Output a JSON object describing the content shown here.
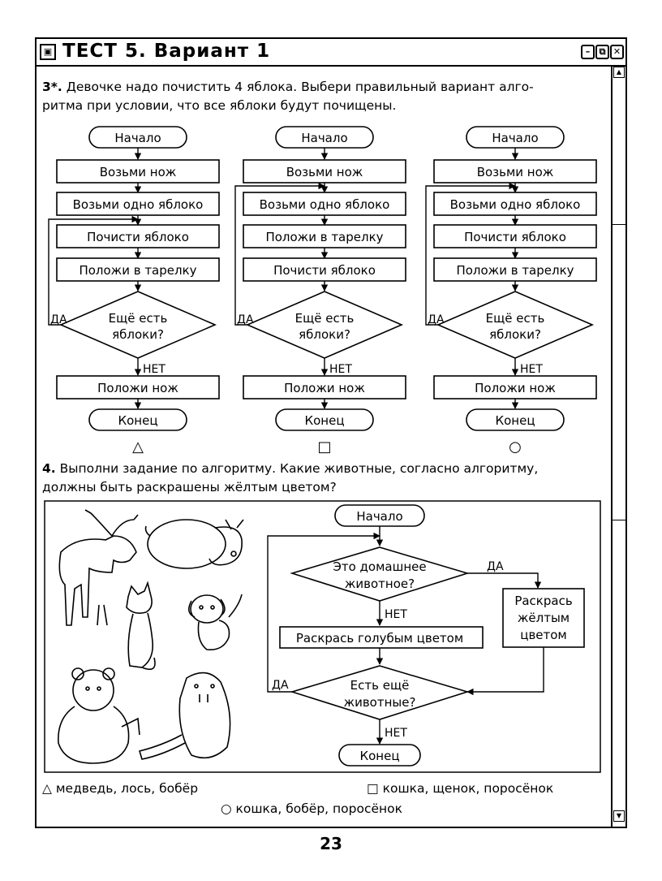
{
  "window": {
    "title": "ТЕСТ 5. Вариант 1"
  },
  "task3": {
    "number": "3*.",
    "text": "Девочке надо почистить 4 яблока. Выбери правильный вариант алгоритма при условии, что все яблоки будут почищены.",
    "line1": "Девочке надо почистить 4 яблока. Выбери правильный вариант алго-",
    "line2": "ритма при условии, что все яблоки будут почищены.",
    "flowcharts": [
      {
        "start": "Начало",
        "steps": [
          "Возьми нож",
          "Возьми одно яблоко",
          "Почисти яблоко",
          "Положи в тарелку"
        ],
        "decision": [
          "Ещё есть",
          "яблоки?"
        ],
        "yes": "ДА",
        "no": "НЕТ",
        "after": "Положи нож",
        "end": "Конец",
        "marker": "△"
      },
      {
        "start": "Начало",
        "steps": [
          "Возьми нож",
          "Возьми одно яблоко",
          "Положи в тарелку",
          "Почисти яблоко"
        ],
        "decision": [
          "Ещё есть",
          "яблоки?"
        ],
        "yes": "ДА",
        "no": "НЕТ",
        "after": "Положи нож",
        "end": "Конец",
        "marker": "□"
      },
      {
        "start": "Начало",
        "steps": [
          "Возьми нож",
          "Возьми одно яблоко",
          "Почисти яблоко",
          "Положи в тарелку"
        ],
        "decision": [
          "Ещё есть",
          "яблоки?"
        ],
        "yes": "ДА",
        "no": "НЕТ",
        "after": "Положи нож",
        "end": "Конец",
        "marker": "○"
      }
    ]
  },
  "task4": {
    "number": "4.",
    "line1": "Выполни задание по алгоритму. Какие животные, согласно алгоритму,",
    "line2": "должны быть раскрашены жёлтым цветом?",
    "flow": {
      "start": "Начало",
      "decision1": [
        "Это домашнее",
        "животное?"
      ],
      "yes1": "ДА",
      "no1": "НЕТ",
      "yellow": [
        "Раскрась",
        "жёлтым",
        "цветом"
      ],
      "blue": "Раскрась голубым цветом",
      "decision2": [
        "Есть ещё",
        "животные?"
      ],
      "yes2": "ДА",
      "no2": "НЕТ",
      "end": "Конец"
    },
    "animals": [
      "moose-icon",
      "pig-icon",
      "cat-icon",
      "puppy-icon",
      "bear-icon",
      "beaver-icon"
    ],
    "answers": [
      {
        "marker": "△",
        "text": "медведь, лось, бобёр"
      },
      {
        "marker": "□",
        "text": "кошка, щенок, поросёнок"
      },
      {
        "marker": "○",
        "text": "кошка, бобёр, поросёнок"
      }
    ]
  },
  "page_number": "23"
}
